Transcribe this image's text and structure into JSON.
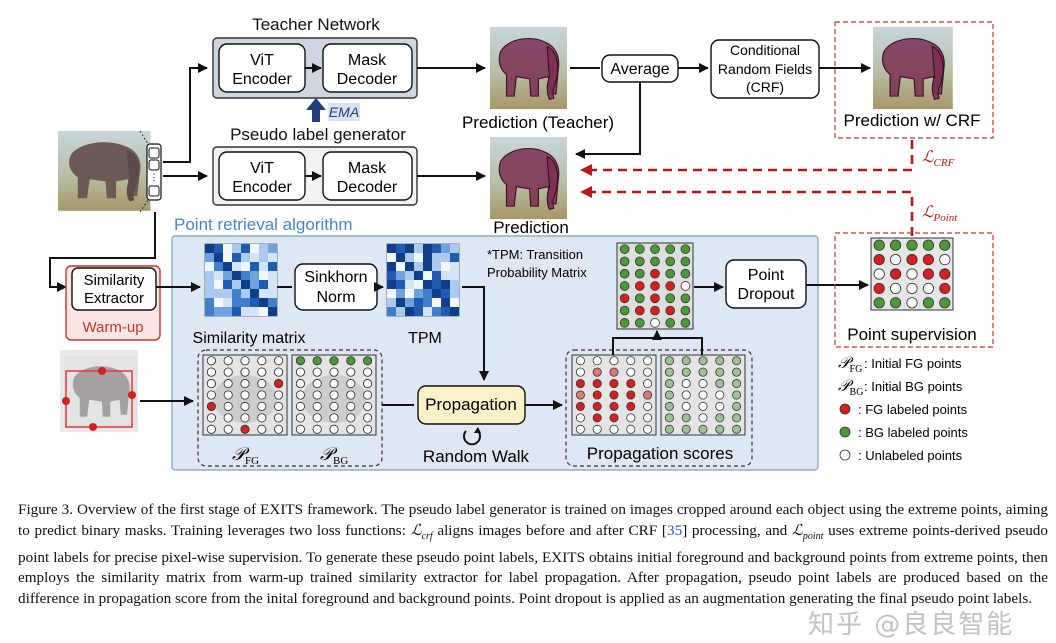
{
  "teacher": {
    "title": "Teacher Network",
    "encoder": [
      "ViT",
      "Encoder"
    ],
    "decoder": [
      "Mask",
      "Decoder"
    ],
    "ema": "EMA",
    "prediction_label": "Prediction (Teacher)"
  },
  "generator": {
    "title": "Pseudo label generator",
    "encoder": [
      "ViT",
      "Encoder"
    ],
    "decoder": [
      "Mask",
      "Decoder"
    ],
    "prediction_label": "Prediction"
  },
  "average_label": "Average",
  "crf": [
    "Conditional",
    "Random Fields",
    "(CRF)"
  ],
  "crf_prediction_label": "Prediction  w/ CRF",
  "loss_crf": "CRF",
  "loss_point": "Point",
  "algorithm": {
    "title": "Point retrieval algorithm",
    "similarity_extractor": [
      "Similarity",
      "Extractor"
    ],
    "warmup": "Warm-up",
    "similarity_matrix": "Similarity matrix",
    "sinkhorn": [
      "Sinkhorn",
      "Norm"
    ],
    "tpm": "TPM",
    "tpm_note": [
      "*TPM: Transition",
      "Probability Matrix"
    ],
    "propagation": "Propagation",
    "random_walk": "Random Walk",
    "propagation_scores": "Propagation scores",
    "point_dropout": [
      "Point",
      "Dropout"
    ],
    "p_fg_sub": "FG",
    "p_bg_sub": "BG"
  },
  "point_supervision_label": "Point supervision",
  "legend": [
    {
      "symbol": "P",
      "sub": "FG",
      "text": ": Initial FG points"
    },
    {
      "symbol": "P",
      "sub": "BG",
      "text": ": Initial BG points"
    },
    {
      "dot": "#d61f1f",
      "text": ": FG labeled points"
    },
    {
      "dot": "#4c9a35",
      "text": ": BG labeled points"
    },
    {
      "dot": "#ffffff",
      "text": ": Unlabeled points"
    }
  ],
  "caption": {
    "p1": "Figure 3. Overview of the first stage of EXITS framework. The pseudo label generator is trained on images cropped around each object using the extreme points, aiming to predict binary masks. Training leverages two loss functions: ",
    "p2": " aligns images before and after CRF [",
    "ref": "35",
    "p3": "] processing, and ",
    "p4": " uses extreme points-derived pseudo point labels for precise pixel-wise supervision. To generate these pseudo point labels, EXITS obtains initial foreground and background points from extreme points, then employs the similarity matrix from warm-up trained similarity extractor for label propagation. After propagation, pseudo point labels are produced based on the difference in propagation score from the inital foreground and background points. Point dropout is applied as an augmentation generating the final pseudo point labels.",
    "l_crf_sub": "crf",
    "l_point_sub": "point"
  },
  "watermark": "知乎 @良良智能",
  "colors": {
    "fg_point": "#d61f1f",
    "bg_point": "#4c9a35",
    "algorithm_panel": "#dde8f4",
    "algorithm_title": "#4a86c5",
    "loss_arrow": "#b31b1b",
    "warmup_text": "#c0392b",
    "propagation_fill": "#fdf1c8",
    "teacher_fill": "#cfd5de"
  }
}
